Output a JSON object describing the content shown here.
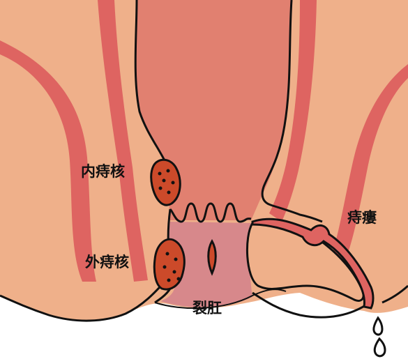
{
  "labels": {
    "internal_hemorrhoid": "内痔核",
    "external_hemorrhoid": "外痔核",
    "anal_fistula": "痔瘻",
    "anal_fissure": "裂肛"
  },
  "colors": {
    "skin": "#efb08a",
    "muscle": "#de6461",
    "rectum": "#e18070",
    "anal_canal": "#d7888b",
    "hemorrhoid": "#cc4a2a",
    "outline": "#111111",
    "background": "#ffffff"
  }
}
